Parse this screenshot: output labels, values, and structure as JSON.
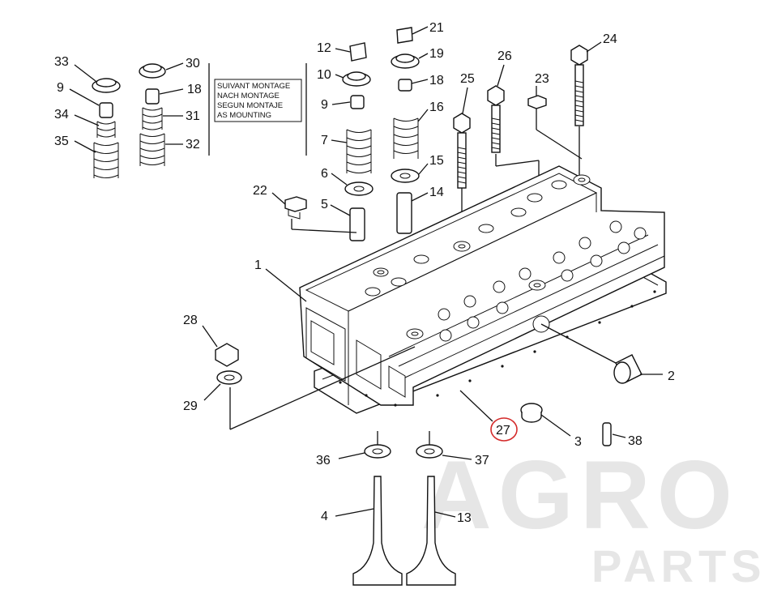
{
  "callouts": {
    "c1": "1",
    "c2": "2",
    "c3": "3",
    "c4": "4",
    "c5": "5",
    "c6": "6",
    "c7": "7",
    "c9a": "9",
    "c9b": "9",
    "c10": "10",
    "c12": "12",
    "c13": "13",
    "c14": "14",
    "c15": "15",
    "c16": "16",
    "c18a": "18",
    "c18b": "18",
    "c19": "19",
    "c21": "21",
    "c22": "22",
    "c23": "23",
    "c24": "24",
    "c25": "25",
    "c26": "26",
    "c27": "27",
    "c28": "28",
    "c29": "29",
    "c30": "30",
    "c31": "31",
    "c32": "32",
    "c33": "33",
    "c34": "34",
    "c35": "35",
    "c36": "36",
    "c37": "37",
    "c38": "38"
  },
  "assembly_note": {
    "line1": "SUIVANT MONTAGE",
    "line2": "NACH MONTAGE",
    "line3": "SEGUN MONTAJE",
    "line4": "AS MOUNTING"
  },
  "watermark": {
    "brand": "AGRO",
    "sub": "PARTS"
  },
  "highlight": {
    "part": "27",
    "color": "#d42a2a"
  }
}
